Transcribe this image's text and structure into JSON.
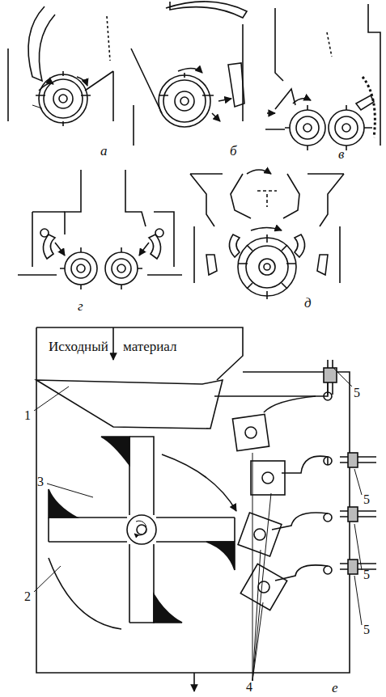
{
  "diagram": {
    "labels": [
      "а",
      "б",
      "в",
      "г",
      "д",
      "Исходный",
      "материал",
      "1",
      "2",
      "3",
      "4",
      "5",
      "5",
      "5",
      "5",
      "е"
    ]
  }
}
